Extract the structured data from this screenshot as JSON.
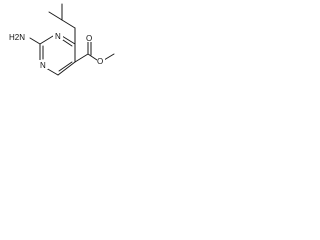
{
  "structure": {
    "atoms": {
      "nh2": "H2N",
      "ring_n_upper": "N",
      "ring_n_lower": "N",
      "carbonyl_o": "O",
      "ester_o": "O"
    }
  }
}
